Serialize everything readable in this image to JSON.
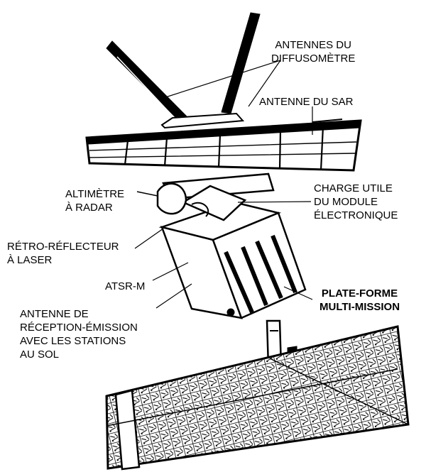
{
  "diagram": {
    "labels": {
      "scatterometer_antennas": [
        "ANTENNES DU",
        "DIFFUSOMÈTRE"
      ],
      "sar_antenna": "ANTENNE DU SAR",
      "radar_altimeter": [
        "ALTIMÈTRE",
        "À RADAR"
      ],
      "payload_electronics": [
        "CHARGE UTILE",
        "DU MODULE",
        "ÉLECTRONIQUE"
      ],
      "laser_retroreflector": [
        "RÉTRO-RÉFLECTEUR",
        "À LASER"
      ],
      "atsr": "ATSR-M",
      "platform": [
        "PLATE-FORME",
        "MULTI-MISSION"
      ],
      "ground_antenna": [
        "ANTENNE DE",
        "RÉCEPTION-ÉMISSION",
        "AVEC LES STATIONS",
        "AU SOL"
      ]
    },
    "colors": {
      "ink": "#000000",
      "paper": "#ffffff"
    }
  }
}
